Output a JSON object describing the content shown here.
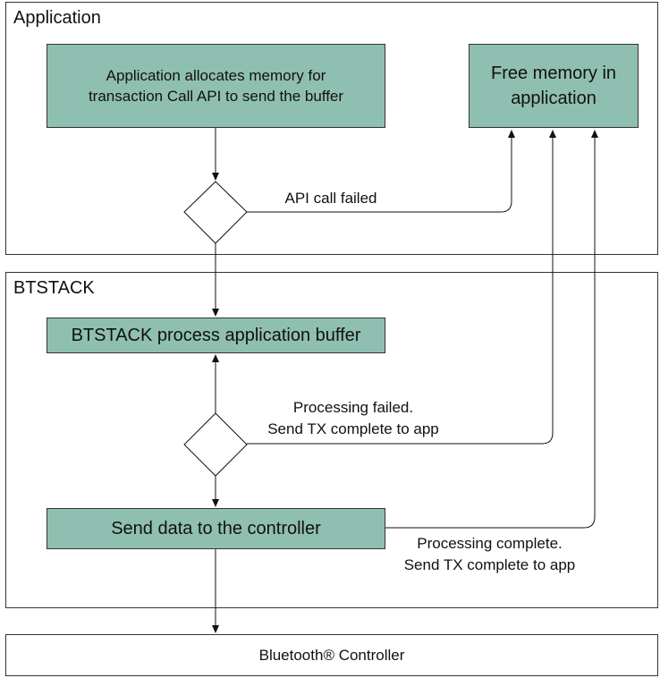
{
  "lanes": {
    "application": "Application",
    "btstack": "BTSTACK"
  },
  "boxes": {
    "allocate": "Application allocates memory for transaction Call API to send the buffer",
    "free_memory": "Free memory in application",
    "process_buffer": "BTSTACK process application buffer",
    "send_data": "Send data to the controller",
    "controller": "Bluetooth® Controller"
  },
  "edges": {
    "api_failed": "API call failed",
    "processing_failed_1": "Processing failed.",
    "processing_failed_2": "Send TX complete to app",
    "processing_complete_1": "Processing complete.",
    "processing_complete_2": "Send TX complete to app"
  },
  "colors": {
    "box_fill": "#8fbfb0",
    "line": "#111111"
  }
}
